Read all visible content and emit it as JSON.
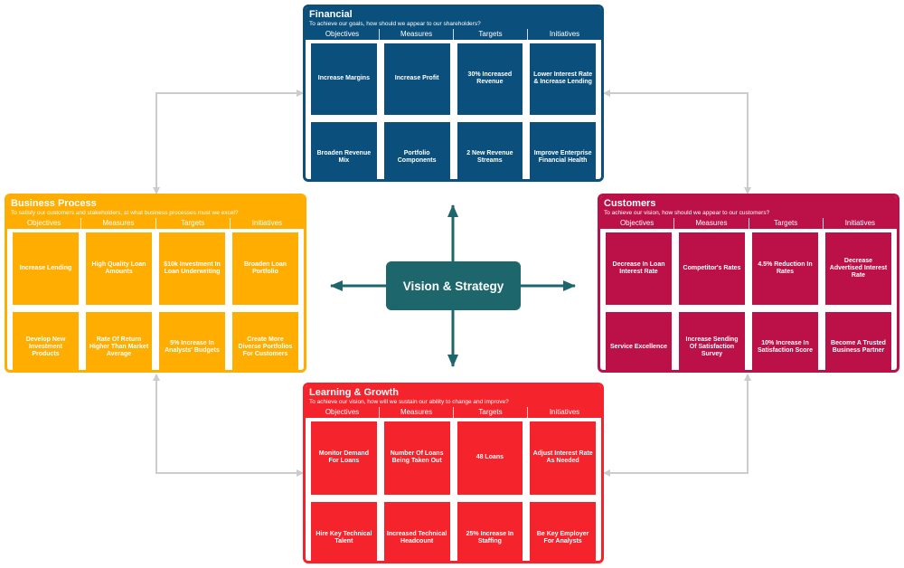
{
  "center": {
    "label": "Vision & Strategy",
    "color": "#1c666c"
  },
  "connector_color": "#cccccc",
  "arrow_color": "#1c666c",
  "column_labels": [
    "Objectives",
    "Measures",
    "Targets",
    "Initiatives"
  ],
  "panels": {
    "financial": {
      "title": "Financial",
      "subtitle": "To achieve our goals, how should we appear to our shareholders?",
      "color": "#0b4f7c",
      "rows": [
        [
          "Increase Margins",
          "Increase Profit",
          "30% Increased Revenue",
          "Lower Interest Rate & Increase Lending"
        ],
        [
          "Broaden Revenue Mix",
          "Portfolio Components",
          "2 New Revenue Streams",
          "Improve Enterprise Financial Health"
        ]
      ]
    },
    "business_process": {
      "title": "Business Process",
      "subtitle": "To satisfy our customers and stakeholders, at what business processes must we excel?",
      "color": "#ffad00",
      "rows": [
        [
          "Increase Lending",
          "High Quality Loan Amounts",
          "$10k Investment In Loan Underwriting",
          "Broaden Loan Portfolio"
        ],
        [
          "Develop New Investment Products",
          "Rate Of Return Higher Than Market Average",
          "5% Increase In Analysts' Budgets",
          "Create More Diverse Portfolios For Customers"
        ]
      ]
    },
    "customers": {
      "title": "Customers",
      "subtitle": "To achieve our vision, how should we appear to our customers?",
      "color": "#bc1148",
      "rows": [
        [
          "Decrease In Loan Interest Rate",
          "Competitor's Rates",
          "4.5% Reduction In Rates",
          "Decrease Advertised Interest Rate"
        ],
        [
          "Service Excellence",
          "Increase Sending Of Satisfaction Survey",
          "10% Increase In Satisfaction Score",
          "Become A Trusted Business Partner"
        ]
      ]
    },
    "learning_growth": {
      "title": "Learning & Growth",
      "subtitle": "To achieve our vision, how will we sustain our ability to change and improve?",
      "color": "#f5232c",
      "rows": [
        [
          "Monitor Demand For Loans",
          "Number Of Loans Being Taken Out",
          "48 Loans",
          "Adjust Interest Rate As Needed"
        ],
        [
          "Hire Key Technical Talent",
          "Increased Technical Headcount",
          "25% Increase In Staffing",
          "Be Key Employer For Analysts"
        ]
      ]
    }
  }
}
